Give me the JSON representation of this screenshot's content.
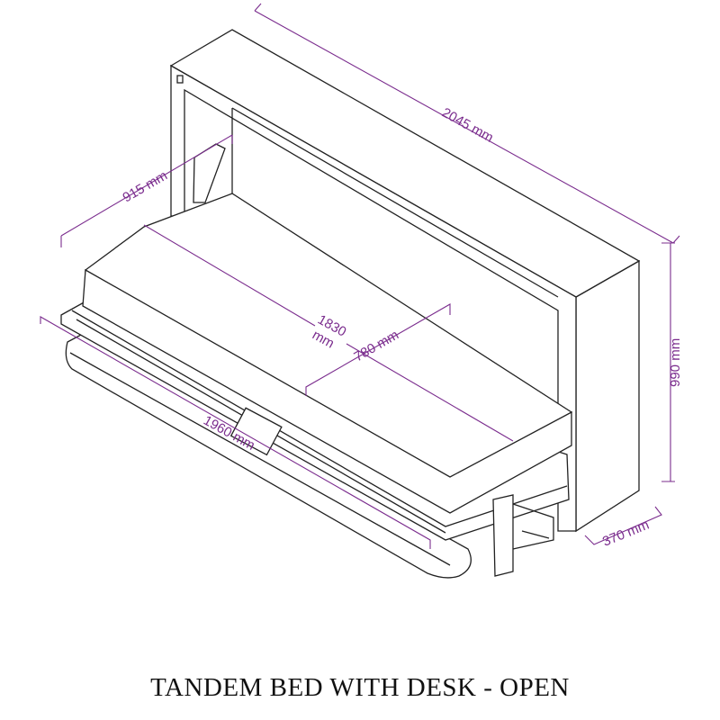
{
  "title": "TANDEM BED WITH DESK - OPEN",
  "dimensions": {
    "width": "2045 mm",
    "height": "990 mm",
    "depth": "370 mm",
    "open_depth": "915 mm",
    "mattress_length_num": "1830",
    "mattress_length_unit": "mm",
    "mattress_width": "780 mm",
    "desk_length": "1960 mm"
  },
  "colors": {
    "dimension": "#7b2d8e",
    "line": "#222222"
  }
}
